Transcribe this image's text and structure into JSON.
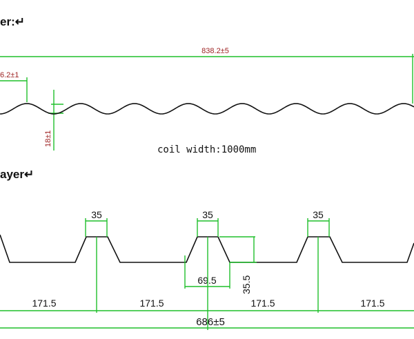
{
  "headings": {
    "top_layer": "er:↵",
    "bottom_layer": "ayer↵"
  },
  "top_profile": {
    "overall_width": "838.2±5",
    "wave_pitch": "6.2±1",
    "wave_height": "18±1",
    "coil_note": "coil width:1000mm"
  },
  "bottom_profile": {
    "rib_top_1": "35",
    "rib_top_2": "35",
    "rib_top_3": "35",
    "rib_base": "69.5",
    "rib_height": "35.5",
    "pitch_1": "171.5",
    "pitch_2": "171.5",
    "pitch_3": "171.5",
    "pitch_4": "171.5",
    "overall_width": "686±5"
  },
  "colors": {
    "dimension_lines": "#1fbf2a",
    "profile_lines": "#111111",
    "top_dimension_text": "#9c1f1f"
  }
}
